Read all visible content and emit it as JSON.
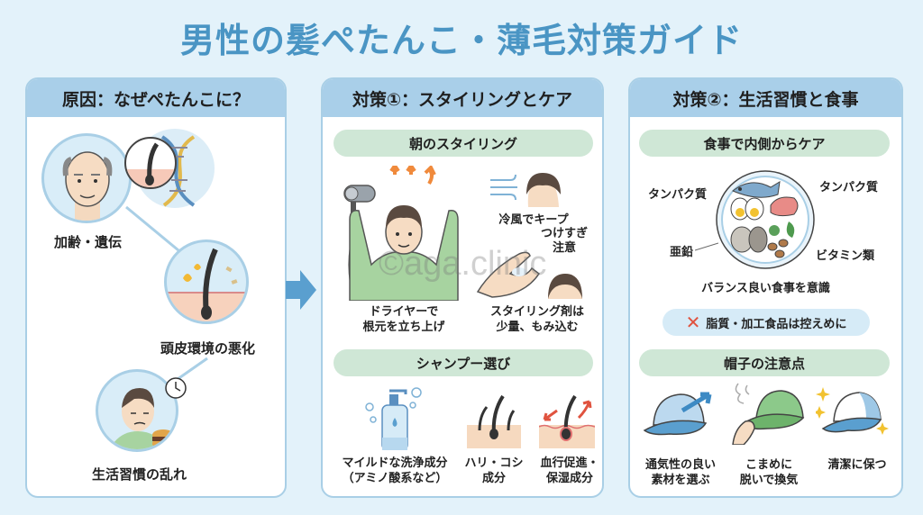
{
  "title": "男性の髪ぺたんこ・薄毛対策ガイド",
  "watermark": "©aga.clinic",
  "colors": {
    "title": "#4a95c4",
    "background": "#e3f2fa",
    "panel_header": "#a9cfe9",
    "pill": "#cfe7d6",
    "arrow": "#5a9fcf",
    "warn_x": "#e0533f"
  },
  "panels": {
    "causes": {
      "heading": "原因：なぜぺたんこに？",
      "items": [
        {
          "label": "加齢・遺伝",
          "icon": "elderly-man-dna-icon"
        },
        {
          "label": "頭皮環境の悪化",
          "icon": "scalp-follicle-icon"
        },
        {
          "label": "生活習慣の乱れ",
          "icon": "tired-man-burger-icon"
        }
      ]
    },
    "styling": {
      "heading": "対策①：スタイリングとケア",
      "morning": {
        "heading": "朝のスタイリング",
        "dryer": {
          "line1": "ドライヤーで",
          "line2": "根元を立ち上げ"
        },
        "cool_air": "冷風でキープ",
        "caution": {
          "line1": "つけすぎ",
          "line2": "注意"
        },
        "product": {
          "line1": "スタイリング剤は",
          "line2": "少量、もみ込む"
        }
      },
      "shampoo": {
        "heading": "シャンプー選び",
        "items": [
          {
            "line1": "マイルドな洗浄成分",
            "line2": "（アミノ酸系など）",
            "icon": "shampoo-bottle-icon"
          },
          {
            "line1": "ハリ・コシ",
            "line2": "成分",
            "icon": "hair-strength-icon"
          },
          {
            "line1": "血行促進・",
            "line2": "保湿成分",
            "icon": "blood-flow-icon"
          }
        ]
      }
    },
    "lifestyle": {
      "heading": "対策②：生活習慣と食事",
      "diet": {
        "heading": "食事で内側からケア",
        "labels": {
          "protein_left": "タンパク質",
          "protein_right": "タンパク質",
          "zinc": "亜鉛",
          "vitamins": "ビタミン類"
        },
        "balance": "バランス良い食事を意識",
        "warning": "脂質・加工食品は控えめに",
        "warning_icon": "x-mark-icon"
      },
      "hat": {
        "heading": "帽子の注意点",
        "items": [
          {
            "line1": "通気性の良い",
            "line2": "素材を選ぶ",
            "icon": "mesh-cap-icon"
          },
          {
            "line1": "こまめに",
            "line2": "脱いで換気",
            "icon": "removing-cap-icon"
          },
          {
            "line1": "清潔に保つ",
            "line2": "",
            "icon": "clean-cap-icon"
          }
        ]
      }
    }
  }
}
